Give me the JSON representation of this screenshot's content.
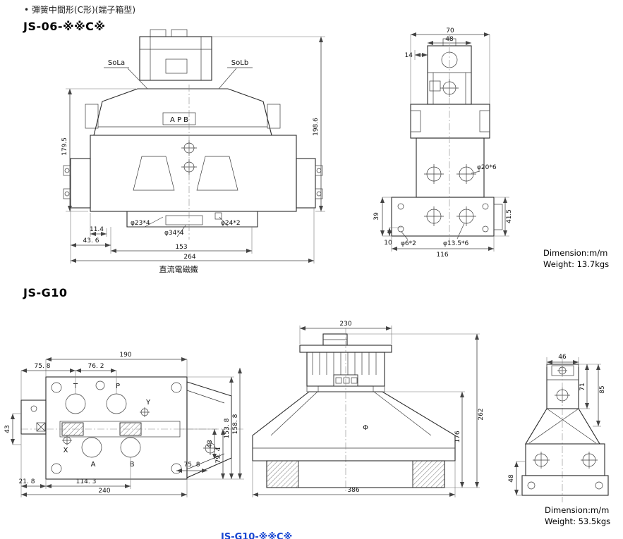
{
  "page": {
    "bullet": "•",
    "note": "彈簧中間形(C形)(端子箱型)",
    "footer_partial": "JS-G10-※※C※"
  },
  "js06": {
    "title": "JS-06-※※C※",
    "front": {
      "sol_a": "SoLa",
      "sol_b": "SoLb",
      "ports": "A P B",
      "dim_179_5": "179.5",
      "dim_198_6": "198.6",
      "dim_11_4": "11.4",
      "dia_23": "φ23*4",
      "dia_34": "φ34*4",
      "dia_24": "φ24*2",
      "dim_43_6": "43. 6",
      "dim_153": "153",
      "dim_264": "264",
      "caption": "直流電磁鐵"
    },
    "side": {
      "dim_70": "70",
      "dim_48": "48",
      "dim_14": "14",
      "dia_20": "φ20*6",
      "dim_39": "39",
      "dim_41_5": "41.5",
      "dim_10": "10",
      "dia_6": "φ6*2",
      "dia_13_5": "φ13.5*6",
      "dim_116": "116"
    },
    "note_dimension": "Dimension:m/m",
    "note_weight": "Weight: 13.7kgs"
  },
  "jsg10": {
    "title": "JS-G10",
    "top": {
      "dim_190": "190",
      "dim_75_8": "75. 8",
      "dim_76_2": "76. 2",
      "port_t": "T",
      "port_p": "P",
      "port_a": "A",
      "port_b": "B",
      "port_x": "X",
      "port_y": "Y",
      "dim_43_left": "43",
      "dim_21_8": "21. 8",
      "dim_114_3": "114. 3",
      "dim_240": "240",
      "dim_158_8": "158. 8",
      "dim_153_8": "153. 8",
      "dim_79_4": "79. 4",
      "dim_43_right": "43",
      "dim_75_8_right": "75. 8"
    },
    "front": {
      "dim_230": "230",
      "dim_262": "262",
      "dim_176": "176",
      "dim_386": "386",
      "phi_mark": "Φ"
    },
    "side": {
      "dim_46": "46",
      "dim_71": "71",
      "dim_85": "85",
      "dim_48": "48"
    },
    "note_dimension": "Dimension:m/m",
    "note_weight": "Weight: 53.5kgs"
  }
}
